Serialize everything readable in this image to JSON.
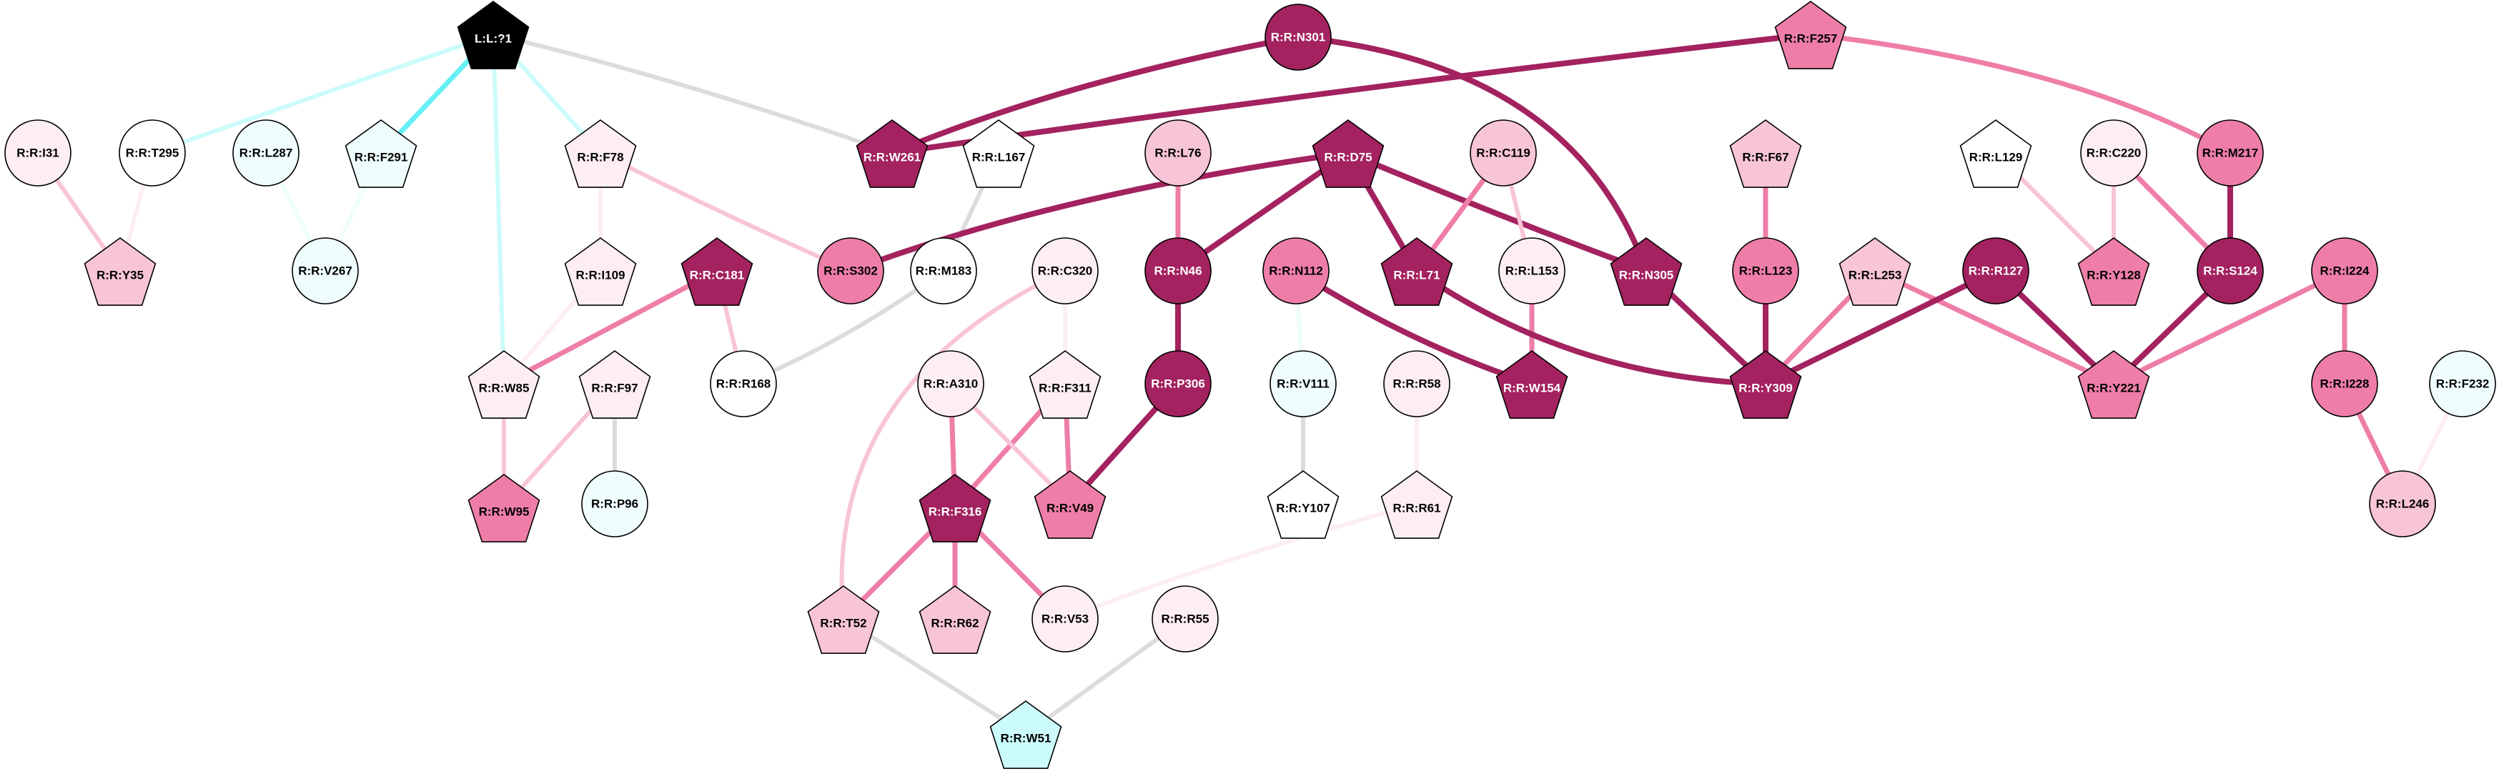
{
  "palette": {
    "black": "#000000",
    "cyan_strong": "#66f0f5",
    "cyan_light": "#ccfbfb",
    "cyan_pale": "#effefd",
    "gray": "#dcdcdc",
    "pink_pale": "#fdeef3",
    "pink_light": "#f8c4d8",
    "pink_mid": "#ee7ea8",
    "magenta_dark": "#a3225f",
    "white": "#ffffff"
  },
  "nodes": [
    {
      "id": "L:L:?1",
      "label": "L:L:?1",
      "shape": "pentagon",
      "fill": "#000000",
      "text": "#ffffff"
    },
    {
      "id": "R:R:I31",
      "label": "R:R:I31",
      "shape": "circle",
      "fill": "#fdeef3",
      "text": "#000000"
    },
    {
      "id": "R:R:T295",
      "label": "R:R:T295",
      "shape": "circle",
      "fill": "#ffffff",
      "text": "#000000"
    },
    {
      "id": "R:R:Y35",
      "label": "R:R:Y35",
      "shape": "pentagon",
      "fill": "#f8c4d8",
      "text": "#000000"
    },
    {
      "id": "R:R:L287",
      "label": "R:R:L287",
      "shape": "circle",
      "fill": "#effefd",
      "text": "#000000"
    },
    {
      "id": "R:R:F291",
      "label": "R:R:F291",
      "shape": "pentagon",
      "fill": "#effefd",
      "text": "#000000"
    },
    {
      "id": "R:R:V267",
      "label": "R:R:V267",
      "shape": "circle",
      "fill": "#effefd",
      "text": "#000000"
    },
    {
      "id": "R:R:F78",
      "label": "R:R:F78",
      "shape": "pentagon",
      "fill": "#fdeef3",
      "text": "#000000"
    },
    {
      "id": "R:R:I109",
      "label": "R:R:I109",
      "shape": "pentagon",
      "fill": "#fdeef3",
      "text": "#000000"
    },
    {
      "id": "R:R:C181",
      "label": "R:R:C181",
      "shape": "pentagon",
      "fill": "#a3225f",
      "text": "#ffffff"
    },
    {
      "id": "R:R:W85",
      "label": "R:R:W85",
      "shape": "pentagon",
      "fill": "#fdeef3",
      "text": "#000000"
    },
    {
      "id": "R:R:F97",
      "label": "R:R:F97",
      "shape": "pentagon",
      "fill": "#fdeef3",
      "text": "#000000"
    },
    {
      "id": "R:R:W95",
      "label": "R:R:W95",
      "shape": "pentagon",
      "fill": "#ee7ea8",
      "text": "#000000"
    },
    {
      "id": "R:R:P96",
      "label": "R:R:P96",
      "shape": "circle",
      "fill": "#effefd",
      "text": "#000000"
    },
    {
      "id": "R:R:W261",
      "label": "R:R:W261",
      "shape": "pentagon",
      "fill": "#a3225f",
      "text": "#ffffff"
    },
    {
      "id": "R:R:N301",
      "label": "R:R:N301",
      "shape": "circle",
      "fill": "#a3225f",
      "text": "#ffffff"
    },
    {
      "id": "R:R:F257",
      "label": "R:R:F257",
      "shape": "pentagon",
      "fill": "#ee7ea8",
      "text": "#000000"
    },
    {
      "id": "R:R:S302",
      "label": "R:R:S302",
      "shape": "circle",
      "fill": "#ee7ea8",
      "text": "#000000"
    },
    {
      "id": "R:R:L167",
      "label": "R:R:L167",
      "shape": "pentagon",
      "fill": "#ffffff",
      "text": "#000000"
    },
    {
      "id": "R:R:M183",
      "label": "R:R:M183",
      "shape": "circle",
      "fill": "#ffffff",
      "text": "#000000"
    },
    {
      "id": "R:R:R168",
      "label": "R:R:R168",
      "shape": "circle",
      "fill": "#ffffff",
      "text": "#000000"
    },
    {
      "id": "R:R:L76",
      "label": "R:R:L76",
      "shape": "circle",
      "fill": "#f8c4d8",
      "text": "#000000"
    },
    {
      "id": "R:R:N46",
      "label": "R:R:N46",
      "shape": "circle",
      "fill": "#a3225f",
      "text": "#ffffff"
    },
    {
      "id": "R:R:P306",
      "label": "R:R:P306",
      "shape": "circle",
      "fill": "#a3225f",
      "text": "#ffffff"
    },
    {
      "id": "R:R:C320",
      "label": "R:R:C320",
      "shape": "circle",
      "fill": "#fdeef3",
      "text": "#000000"
    },
    {
      "id": "R:R:F311",
      "label": "R:R:F311",
      "shape": "pentagon",
      "fill": "#fdeef3",
      "text": "#000000"
    },
    {
      "id": "R:R:A310",
      "label": "R:R:A310",
      "shape": "circle",
      "fill": "#fdeef3",
      "text": "#000000"
    },
    {
      "id": "R:R:F316",
      "label": "R:R:F316",
      "shape": "pentagon",
      "fill": "#a3225f",
      "text": "#ffffff"
    },
    {
      "id": "R:R:V49",
      "label": "R:R:V49",
      "shape": "pentagon",
      "fill": "#ee7ea8",
      "text": "#000000"
    },
    {
      "id": "R:R:T52",
      "label": "R:R:T52",
      "shape": "pentagon",
      "fill": "#f8c4d8",
      "text": "#000000"
    },
    {
      "id": "R:R:R62",
      "label": "R:R:R62",
      "shape": "pentagon",
      "fill": "#f8c4d8",
      "text": "#000000"
    },
    {
      "id": "R:R:V53",
      "label": "R:R:V53",
      "shape": "circle",
      "fill": "#fdeef3",
      "text": "#000000"
    },
    {
      "id": "R:R:R55",
      "label": "R:R:R55",
      "shape": "circle",
      "fill": "#fdeef3",
      "text": "#000000"
    },
    {
      "id": "R:R:W51",
      "label": "R:R:W51",
      "shape": "pentagon",
      "fill": "#ccfbfb",
      "text": "#000000"
    },
    {
      "id": "R:R:D75",
      "label": "R:R:D75",
      "shape": "pentagon",
      "fill": "#a3225f",
      "text": "#ffffff"
    },
    {
      "id": "R:R:N112",
      "label": "R:R:N112",
      "shape": "circle",
      "fill": "#ee7ea8",
      "text": "#000000"
    },
    {
      "id": "R:R:V111",
      "label": "R:R:V111",
      "shape": "circle",
      "fill": "#effefd",
      "text": "#000000"
    },
    {
      "id": "R:R:Y107",
      "label": "R:R:Y107",
      "shape": "pentagon",
      "fill": "#ffffff",
      "text": "#000000"
    },
    {
      "id": "R:R:C119",
      "label": "R:R:C119",
      "shape": "circle",
      "fill": "#f8c4d8",
      "text": "#000000"
    },
    {
      "id": "R:R:L71",
      "label": "R:R:L71",
      "shape": "pentagon",
      "fill": "#a3225f",
      "text": "#ffffff"
    },
    {
      "id": "R:R:L153",
      "label": "R:R:L153",
      "shape": "circle",
      "fill": "#fdeef3",
      "text": "#000000"
    },
    {
      "id": "R:R:W154",
      "label": "R:R:W154",
      "shape": "pentagon",
      "fill": "#a3225f",
      "text": "#ffffff"
    },
    {
      "id": "R:R:R58",
      "label": "R:R:R58",
      "shape": "circle",
      "fill": "#fdeef3",
      "text": "#000000"
    },
    {
      "id": "R:R:R61",
      "label": "R:R:R61",
      "shape": "pentagon",
      "fill": "#fdeef3",
      "text": "#000000"
    },
    {
      "id": "R:R:N305",
      "label": "R:R:N305",
      "shape": "pentagon",
      "fill": "#a3225f",
      "text": "#ffffff"
    },
    {
      "id": "R:R:F67",
      "label": "R:R:F67",
      "shape": "pentagon",
      "fill": "#f8c4d8",
      "text": "#000000"
    },
    {
      "id": "R:R:L123",
      "label": "R:R:L123",
      "shape": "circle",
      "fill": "#ee7ea8",
      "text": "#000000"
    },
    {
      "id": "R:R:Y309",
      "label": "R:R:Y309",
      "shape": "pentagon",
      "fill": "#a3225f",
      "text": "#ffffff"
    },
    {
      "id": "R:R:L253",
      "label": "R:R:L253",
      "shape": "pentagon",
      "fill": "#f8c4d8",
      "text": "#000000"
    },
    {
      "id": "R:R:R127",
      "label": "R:R:R127",
      "shape": "circle",
      "fill": "#a3225f",
      "text": "#ffffff"
    },
    {
      "id": "R:R:L129",
      "label": "R:R:L129",
      "shape": "pentagon",
      "fill": "#ffffff",
      "text": "#000000"
    },
    {
      "id": "R:R:C220",
      "label": "R:R:C220",
      "shape": "circle",
      "fill": "#fdeef3",
      "text": "#000000"
    },
    {
      "id": "R:R:Y128",
      "label": "R:R:Y128",
      "shape": "pentagon",
      "fill": "#ee7ea8",
      "text": "#000000"
    },
    {
      "id": "R:R:M217",
      "label": "R:R:M217",
      "shape": "circle",
      "fill": "#ee7ea8",
      "text": "#000000"
    },
    {
      "id": "R:R:S124",
      "label": "R:R:S124",
      "shape": "circle",
      "fill": "#a3225f",
      "text": "#ffffff"
    },
    {
      "id": "R:R:Y221",
      "label": "R:R:Y221",
      "shape": "pentagon",
      "fill": "#ee7ea8",
      "text": "#000000"
    },
    {
      "id": "R:R:I224",
      "label": "R:R:I224",
      "shape": "circle",
      "fill": "#ee7ea8",
      "text": "#000000"
    },
    {
      "id": "R:R:I228",
      "label": "R:R:I228",
      "shape": "circle",
      "fill": "#ee7ea8",
      "text": "#000000"
    },
    {
      "id": "R:R:F232",
      "label": "R:R:F232",
      "shape": "circle",
      "fill": "#effefd",
      "text": "#000000"
    },
    {
      "id": "R:R:L246",
      "label": "R:R:L246",
      "shape": "circle",
      "fill": "#f8c4d8",
      "text": "#000000"
    }
  ],
  "edges": [
    {
      "source": "L:L:?1",
      "target": "R:R:T295",
      "color": "#ccfbfb"
    },
    {
      "source": "L:L:?1",
      "target": "R:R:F291",
      "color": "#66f0f5"
    },
    {
      "source": "L:L:?1",
      "target": "R:R:F78",
      "color": "#ccfbfb"
    },
    {
      "source": "L:L:?1",
      "target": "R:R:W85",
      "color": "#ccfbfb"
    },
    {
      "source": "L:L:?1",
      "target": "R:R:W261",
      "color": "#dcdcdc"
    },
    {
      "source": "R:R:I31",
      "target": "R:R:Y35",
      "color": "#f8c4d8"
    },
    {
      "source": "R:R:T295",
      "target": "R:R:Y35",
      "color": "#fdeef3"
    },
    {
      "source": "R:R:L287",
      "target": "R:R:V267",
      "color": "#effefd"
    },
    {
      "source": "R:R:F291",
      "target": "R:R:V267",
      "color": "#effefd"
    },
    {
      "source": "R:R:F78",
      "target": "R:R:I109",
      "color": "#fdeef3"
    },
    {
      "source": "R:R:F78",
      "target": "R:R:S302",
      "color": "#f8c4d8"
    },
    {
      "source": "R:R:I109",
      "target": "R:R:W85",
      "color": "#fdeef3"
    },
    {
      "source": "R:R:C181",
      "target": "R:R:W85",
      "color": "#ee7ea8"
    },
    {
      "source": "R:R:C181",
      "target": "R:R:R168",
      "color": "#f8c4d8"
    },
    {
      "source": "R:R:W85",
      "target": "R:R:W95",
      "color": "#f8c4d8"
    },
    {
      "source": "R:R:F97",
      "target": "R:R:W95",
      "color": "#f8c4d8"
    },
    {
      "source": "R:R:F97",
      "target": "R:R:P96",
      "color": "#dcdcdc"
    },
    {
      "source": "R:R:N301",
      "target": "R:R:W261",
      "color": "#a3225f"
    },
    {
      "source": "R:R:N301",
      "target": "R:R:N305",
      "color": "#a3225f"
    },
    {
      "source": "R:R:F257",
      "target": "R:R:W261",
      "color": "#a3225f"
    },
    {
      "source": "R:R:F257",
      "target": "R:R:M217",
      "color": "#ee7ea8"
    },
    {
      "source": "R:R:L167",
      "target": "R:R:M183",
      "color": "#dcdcdc"
    },
    {
      "source": "R:R:M183",
      "target": "R:R:R168",
      "color": "#dcdcdc"
    },
    {
      "source": "R:R:D75",
      "target": "R:R:S302",
      "color": "#a3225f"
    },
    {
      "source": "R:R:D75",
      "target": "R:R:N46",
      "color": "#a3225f"
    },
    {
      "source": "R:R:D75",
      "target": "R:R:L71",
      "color": "#a3225f"
    },
    {
      "source": "R:R:D75",
      "target": "R:R:N305",
      "color": "#a3225f"
    },
    {
      "source": "R:R:L76",
      "target": "R:R:N46",
      "color": "#ee7ea8"
    },
    {
      "source": "R:R:N46",
      "target": "R:R:P306",
      "color": "#a3225f"
    },
    {
      "source": "R:R:P306",
      "target": "R:R:V49",
      "color": "#a3225f"
    },
    {
      "source": "R:R:C320",
      "target": "R:R:F311",
      "color": "#fdeef3"
    },
    {
      "source": "R:R:C320",
      "target": "R:R:T52",
      "color": "#f8c4d8"
    },
    {
      "source": "R:R:F311",
      "target": "R:R:F316",
      "color": "#ee7ea8"
    },
    {
      "source": "R:R:F311",
      "target": "R:R:V49",
      "color": "#ee7ea8"
    },
    {
      "source": "R:R:A310",
      "target": "R:R:F316",
      "color": "#ee7ea8"
    },
    {
      "source": "R:R:A310",
      "target": "R:R:V49",
      "color": "#f8c4d8"
    },
    {
      "source": "R:R:F316",
      "target": "R:R:T52",
      "color": "#ee7ea8"
    },
    {
      "source": "R:R:F316",
      "target": "R:R:R62",
      "color": "#ee7ea8"
    },
    {
      "source": "R:R:F316",
      "target": "R:R:V53",
      "color": "#ee7ea8"
    },
    {
      "source": "R:R:T52",
      "target": "R:R:W51",
      "color": "#dcdcdc"
    },
    {
      "source": "R:R:R55",
      "target": "R:R:W51",
      "color": "#dcdcdc"
    },
    {
      "source": "R:R:R61",
      "target": "R:R:V53",
      "color": "#fdeef3"
    },
    {
      "source": "R:R:R58",
      "target": "R:R:R61",
      "color": "#fdeef3"
    },
    {
      "source": "R:R:N112",
      "target": "R:R:V111",
      "color": "#effefd"
    },
    {
      "source": "R:R:N112",
      "target": "R:R:W154",
      "color": "#a3225f"
    },
    {
      "source": "R:R:V111",
      "target": "R:R:Y107",
      "color": "#dcdcdc"
    },
    {
      "source": "R:R:C119",
      "target": "R:R:L71",
      "color": "#ee7ea8"
    },
    {
      "source": "R:R:C119",
      "target": "R:R:L153",
      "color": "#f8c4d8"
    },
    {
      "source": "R:R:L153",
      "target": "R:R:W154",
      "color": "#ee7ea8"
    },
    {
      "source": "R:R:L71",
      "target": "R:R:Y309",
      "color": "#a3225f"
    },
    {
      "source": "R:R:N305",
      "target": "R:R:Y309",
      "color": "#a3225f"
    },
    {
      "source": "R:R:F67",
      "target": "R:R:L123",
      "color": "#ee7ea8"
    },
    {
      "source": "R:R:L123",
      "target": "R:R:Y309",
      "color": "#a3225f"
    },
    {
      "source": "R:R:L253",
      "target": "R:R:Y309",
      "color": "#ee7ea8"
    },
    {
      "source": "R:R:L253",
      "target": "R:R:Y221",
      "color": "#ee7ea8"
    },
    {
      "source": "R:R:R127",
      "target": "R:R:Y309",
      "color": "#a3225f"
    },
    {
      "source": "R:R:R127",
      "target": "R:R:Y221",
      "color": "#a3225f"
    },
    {
      "source": "R:R:L129",
      "target": "R:R:Y128",
      "color": "#f8c4d8"
    },
    {
      "source": "R:R:C220",
      "target": "R:R:Y128",
      "color": "#f8c4d8"
    },
    {
      "source": "R:R:C220",
      "target": "R:R:S124",
      "color": "#ee7ea8"
    },
    {
      "source": "R:R:M217",
      "target": "R:R:S124",
      "color": "#a3225f"
    },
    {
      "source": "R:R:S124",
      "target": "R:R:Y221",
      "color": "#a3225f"
    },
    {
      "source": "R:R:I224",
      "target": "R:R:Y221",
      "color": "#ee7ea8"
    },
    {
      "source": "R:R:I224",
      "target": "R:R:I228",
      "color": "#ee7ea8"
    },
    {
      "source": "R:R:I228",
      "target": "R:R:L246",
      "color": "#ee7ea8"
    },
    {
      "source": "R:R:F232",
      "target": "R:R:L246",
      "color": "#fdeef3"
    }
  ]
}
